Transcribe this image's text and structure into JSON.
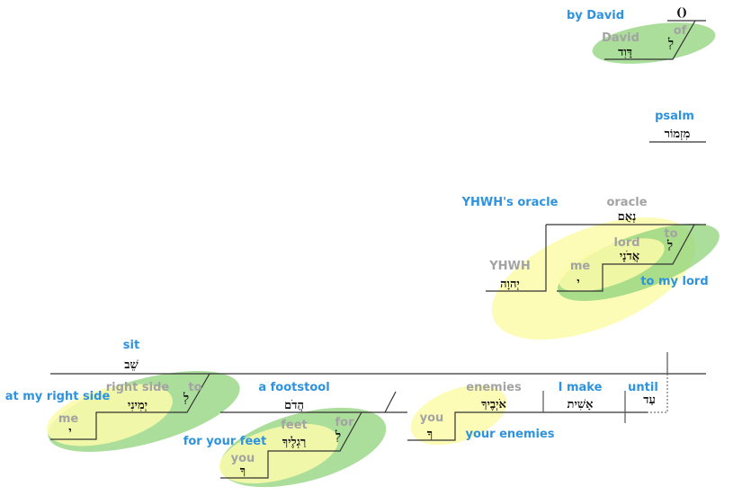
{
  "colors": {
    "gloss": "#2e93df",
    "literal": "#a3a3a3",
    "green": "#8fd37a",
    "yellow": "#fbfbaa"
  },
  "title_clause": {
    "empty": "()",
    "gloss": "by David",
    "david_en": "David",
    "david_he": "דָּוִד",
    "of_en": "of",
    "of_he": "לְ"
  },
  "psalm": {
    "gloss": "psalm",
    "he": "מִזְמוֹר"
  },
  "oracle": {
    "gloss": "YHWH's oracle",
    "oracle_en": "oracle",
    "oracle_he": "נְאֻם",
    "yhwh_en": "YHWH",
    "yhwh_he": "יְהוָה",
    "me_en": "me",
    "me_he": "י",
    "lord_en": "lord",
    "lord_he": "אֲדֹנָי",
    "to_en": "to",
    "to_he": "לַ",
    "phrase_gloss": "to my lord"
  },
  "main": {
    "sit_gloss": "sit",
    "sit_he": "שֵׁב",
    "right": {
      "gloss": "at my right side",
      "side_en": "right side",
      "side_he": "יְמִינִי",
      "to_en": "to",
      "to_he": "לְ",
      "me_en": "me",
      "me_he": "י"
    },
    "footstool": {
      "gloss": "a footstool",
      "he": "הֲדֹם"
    },
    "feet": {
      "gloss": "for your feet",
      "feet_en": "feet",
      "feet_he": "רַגְלֶיךָ",
      "for_en": "for",
      "for_he": "לְ",
      "you_en": "you",
      "you_he": "ךָ"
    },
    "enemies": {
      "gloss": "your enemies",
      "en": "enemies",
      "he": "אֹיְבֶיךָ",
      "you_en": "you",
      "you_he": "ךָ"
    },
    "make": {
      "gloss": "I make",
      "he": "אָשִׁית"
    },
    "until": {
      "gloss": "until",
      "he": "עַד"
    }
  }
}
